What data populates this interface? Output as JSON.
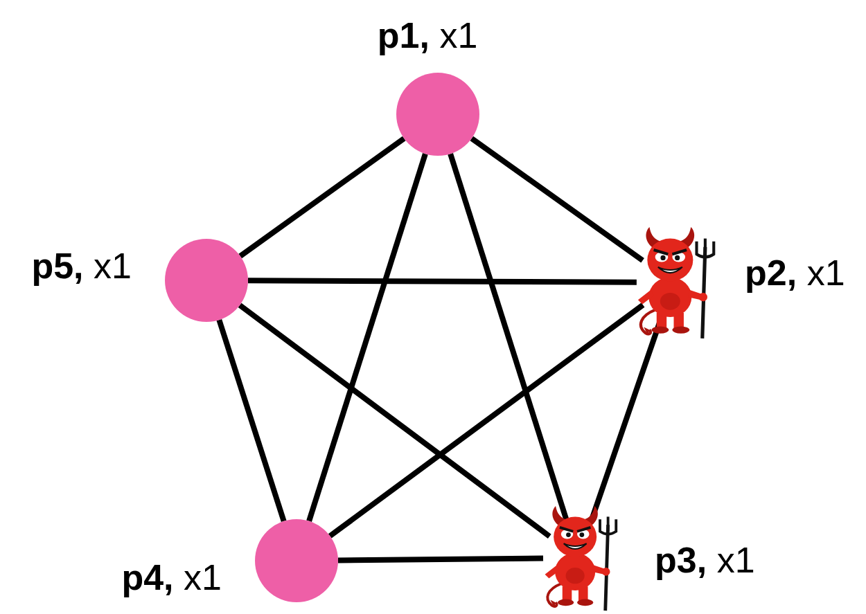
{
  "diagram": {
    "nodes": [
      {
        "text": [
          "p1,",
          "x1"
        ]
      },
      {
        "text": [
          "p2,",
          "x1"
        ]
      },
      {
        "text": [
          "p3,",
          "x1"
        ]
      },
      {
        "text": [
          "p4,",
          "x1"
        ]
      },
      {
        "text": [
          "p5,",
          "x1"
        ]
      }
    ],
    "edges": [
      {
        "from": 0,
        "to": 1,
        "arrow": "none"
      },
      {
        "from": 0,
        "to": 2,
        "arrow": "none"
      },
      {
        "from": 0,
        "to": 3,
        "arrow": "none"
      },
      {
        "from": 0,
        "to": 4,
        "arrow": "none"
      },
      {
        "from": 1,
        "to": 2,
        "arrow": "none"
      },
      {
        "from": 1,
        "to": 3,
        "arrow": "none"
      },
      {
        "from": 1,
        "to": 4,
        "arrow": "none"
      },
      {
        "from": 2,
        "to": 3,
        "arrow": "none"
      },
      {
        "from": 2,
        "to": 4,
        "arrow": "none"
      },
      {
        "from": 3,
        "to": 4,
        "arrow": "none"
      }
    ]
  }
}
